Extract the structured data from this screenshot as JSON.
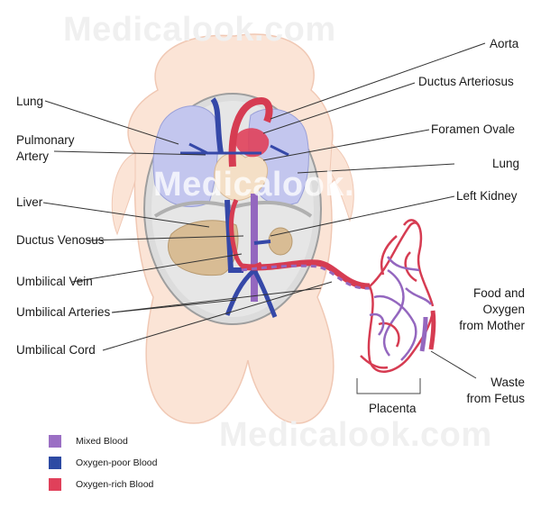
{
  "watermark": "Medicalook.com",
  "labels": {
    "aorta": "Aorta",
    "ductus_arteriosus": "Ductus Arteriosus",
    "foramen_ovale": "Foramen Ovale",
    "lung_right": "Lung",
    "left_kidney": "Left Kidney",
    "food_oxygen": "Food and\nOxygen\nfrom Mother",
    "waste": "Waste\nfrom Fetus",
    "placenta": "Placenta",
    "lung_left": "Lung",
    "pulmonary_artery": "Pulmonary\nArtery",
    "liver": "Liver",
    "ductus_venosus": "Ductus Venosus",
    "umbilical_vein": "Umbilical Vein",
    "umbilical_arteries": "Umbilical Arteries",
    "umbilical_cord": "Umbilical Cord"
  },
  "legend": [
    {
      "label": "Mixed Blood",
      "color": "#9b6fc4"
    },
    {
      "label": "Oxygen-poor Blood",
      "color": "#2d4aa3"
    },
    {
      "label": "Oxygen-rich Blood",
      "color": "#e0405a"
    }
  ],
  "colors": {
    "skin": "#fbe4d6",
    "skin_edge": "#f0c8b4",
    "cavity": "#dcdcdc",
    "lung": "#c3c6ee",
    "liver": "#d8bc94",
    "heart": "#f4dfc6",
    "artery": "#d63c52",
    "vein": "#3548a8",
    "mixed": "#9467bf"
  }
}
